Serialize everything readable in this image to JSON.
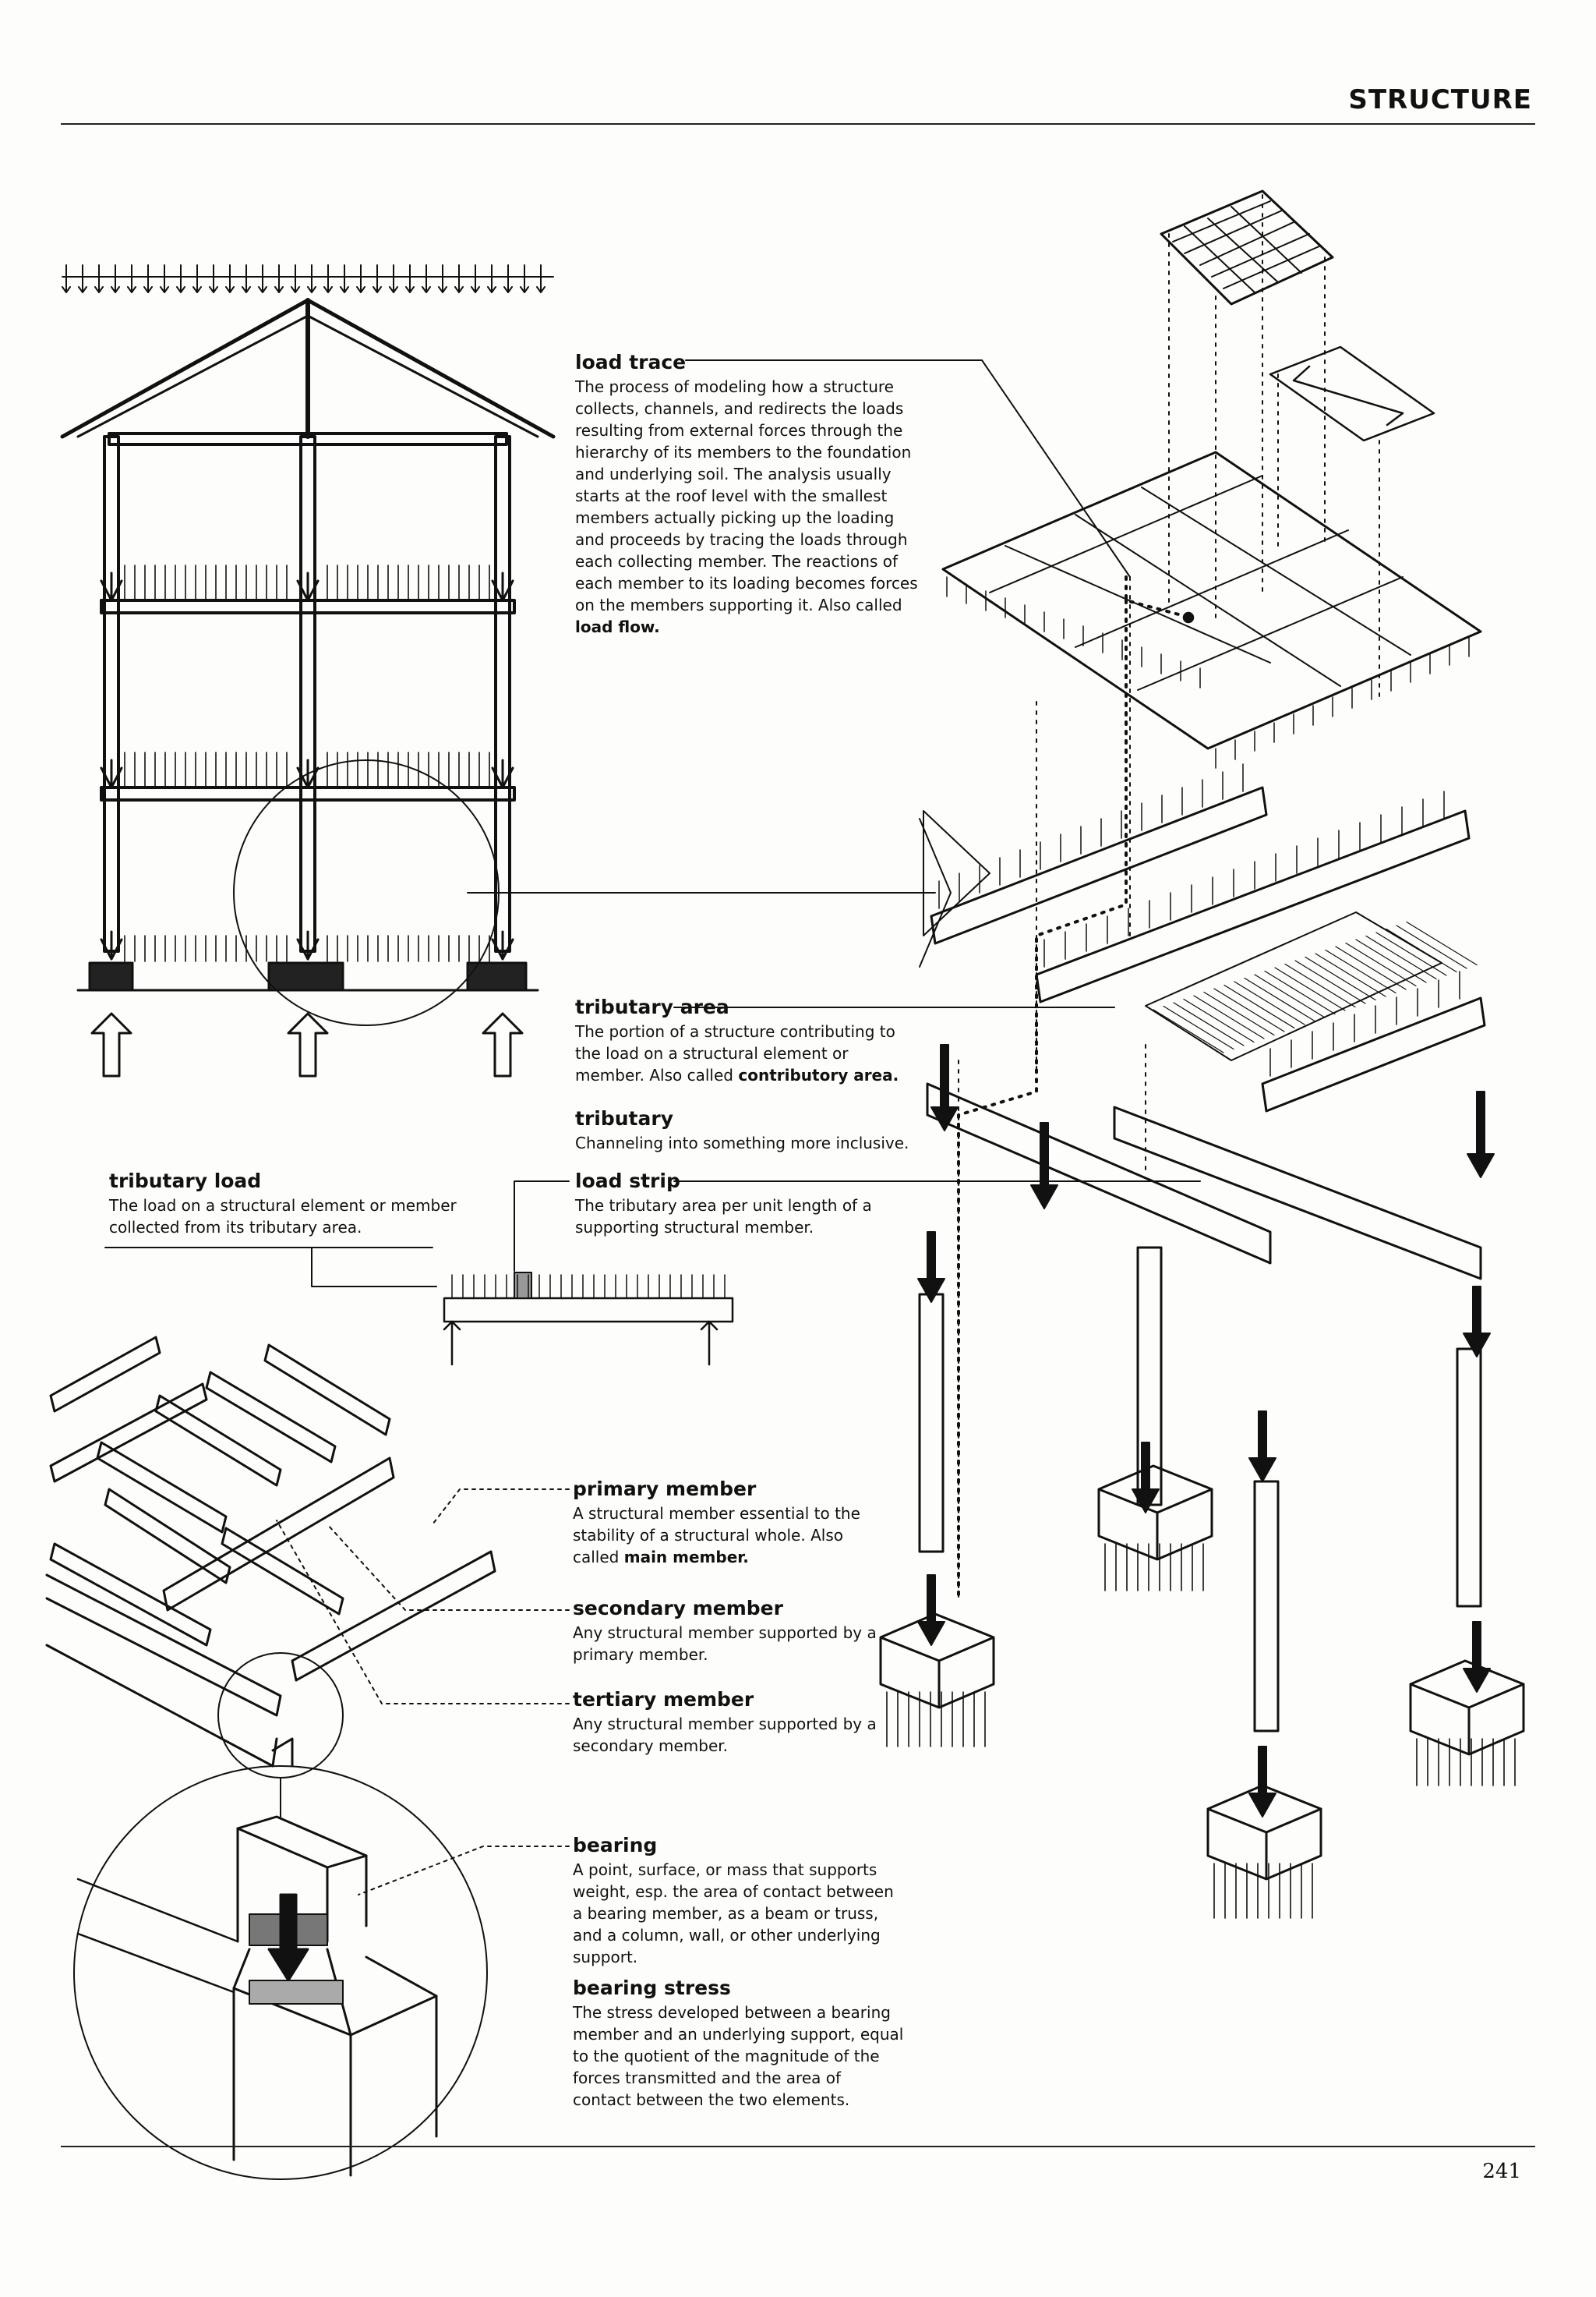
{
  "header": {
    "title": "STRUCTURE"
  },
  "footer": {
    "page_number": "241"
  },
  "entries": {
    "load_trace": {
      "term": "load trace",
      "definition": "The process of modeling how a structure collects, channels, and redirects the loads resulting from external forces through the hierarchy of its members to the foundation and underlying soil. The analysis usually starts at the roof level with the smallest members actually picking up the loading and proceeds by tracing the loads through each collecting member. The reactions of each member to its loading becomes forces on the members supporting it. Also called",
      "alias": "load flow."
    },
    "tributary_area": {
      "term": "tributary area",
      "definition": "The portion of a structure contributing to the load on a structural element or member. Also called",
      "alias": "contributory area."
    },
    "tributary": {
      "term": "tributary",
      "definition": "Channeling into something more inclusive."
    },
    "tributary_load": {
      "term": "tributary load",
      "definition": "The load on a structural element or member collected from its tributary area."
    },
    "load_strip": {
      "term": "load strip",
      "definition": "The tributary area per unit length of a supporting structural member."
    },
    "primary_member": {
      "term": "primary member",
      "definition": "A structural member essential to the stability of a structural whole. Also called",
      "alias": "main member."
    },
    "secondary_member": {
      "term": "secondary member",
      "definition": "Any structural member supported by a primary member."
    },
    "tertiary_member": {
      "term": "tertiary member",
      "definition": "Any structural member supported by a secondary member."
    },
    "bearing": {
      "term": "bearing",
      "definition": "A point, surface, or mass that supports weight, esp. the area of contact between a bearing member, as a beam or truss, and a column, wall, or other underlying support."
    },
    "bearing_stress": {
      "term": "bearing stress",
      "definition": "The stress developed between a bearing member and an underlying support, equal to the quotient of the magnitude of the forces transmitted and the area of contact between the two elements."
    }
  }
}
